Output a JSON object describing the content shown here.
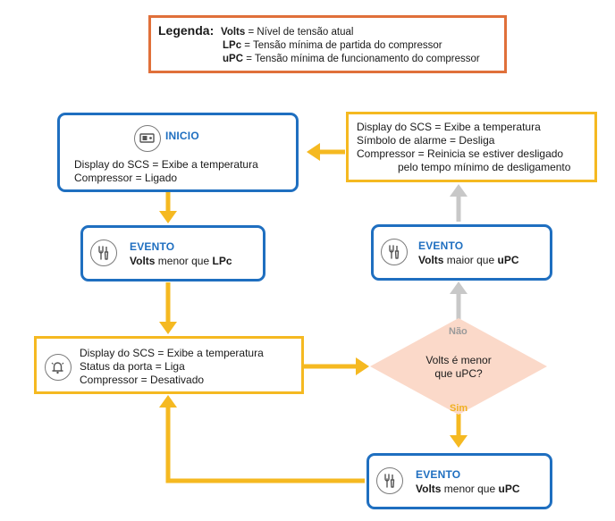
{
  "legend": {
    "title": "Legenda:",
    "rows": [
      {
        "term": "Volts",
        "desc": " = Nível de tensão atual"
      },
      {
        "term": "LPc",
        "desc": " = Tensão mínima de partida do compressor"
      },
      {
        "term": "uPC",
        "desc": " = Tensão mínima de funcionamento do compressor"
      }
    ]
  },
  "start": {
    "title": "INICIO",
    "line1": "Display do SCS = Exibe a temperatura",
    "line2": "Compressor = Ligado"
  },
  "event1": {
    "title": "EVENTO",
    "var": "Volts",
    "rel": " menor que ",
    "ref": "LPc"
  },
  "state2": {
    "line1": "Display do SCS = Exibe a temperatura",
    "line2": "Status da porta = Liga",
    "line3": "Compressor = Desativado"
  },
  "decision": {
    "line1": "Volts é menor",
    "line2": "que uPC?"
  },
  "labels": {
    "no": "Não",
    "yes": "Sim"
  },
  "event2": {
    "title": "EVENTO",
    "var": "Volts",
    "rel": " maior que ",
    "ref": "uPC"
  },
  "event3": {
    "title": "EVENTO",
    "var": "Volts",
    "rel": " menor que ",
    "ref": "uPC"
  },
  "state3": {
    "line1": "Display do SCS = Exibe a temperatura",
    "line2": "Símbolo de alarme = Desliga",
    "line3": "Compressor = Reinicia se estiver desligado",
    "line4": "pelo tempo mínimo de desligamento"
  },
  "icons": {
    "start": "display-icon",
    "event": "wrench-screwdriver-icon",
    "state2": "door-bell-icon"
  },
  "colors": {
    "blue": "#1f6fc0",
    "yellow": "#f5b921",
    "orange": "#e0703a",
    "gray_arrow": "#c8c8c8",
    "diamond_fill": "#fbd9c9"
  }
}
